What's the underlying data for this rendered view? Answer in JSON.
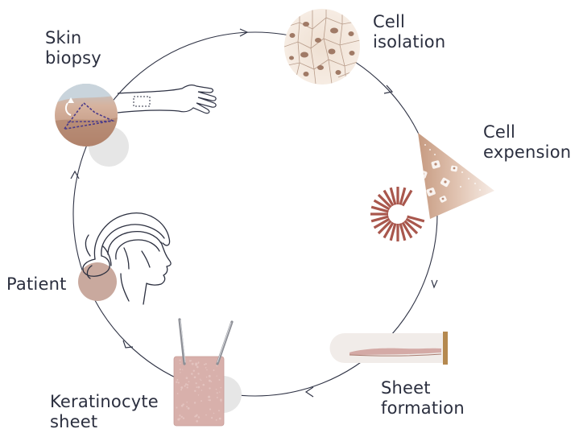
{
  "steps": {
    "skin_biopsy": {
      "line1": "Skin",
      "line2": "biopsy"
    },
    "cell_isolation": {
      "line1": "Cell",
      "line2": "isolation"
    },
    "cell_expansion": {
      "line1": "Cell",
      "line2": "expension"
    },
    "sheet_formation": {
      "line1": "Sheet",
      "line2": "formation"
    },
    "keratinocyte_sheet": {
      "line1": "Keratinocyte",
      "line2": "sheet"
    },
    "patient": {
      "line1": "Patient"
    }
  },
  "colors": {
    "cycle_line": "#2f3345",
    "text": "#2b2f3f",
    "skin_tan": "#d9b9a3",
    "cell_nucleus": "#a07a66",
    "sheet_pink": "#d4aaa6",
    "patient_circle": "#c9a99e",
    "grey_circle": "#e6e6e6",
    "tube": "#f1ece9",
    "cap_gold": "#b5894f"
  },
  "icons": [
    "skin-biopsy-icon",
    "arm-icon",
    "cells-circle-icon",
    "expansion-cone-icon",
    "culture-dish-icon",
    "tube-icon",
    "keratinocyte-sheet-icon",
    "forceps-icon",
    "patient-head-icon"
  ]
}
